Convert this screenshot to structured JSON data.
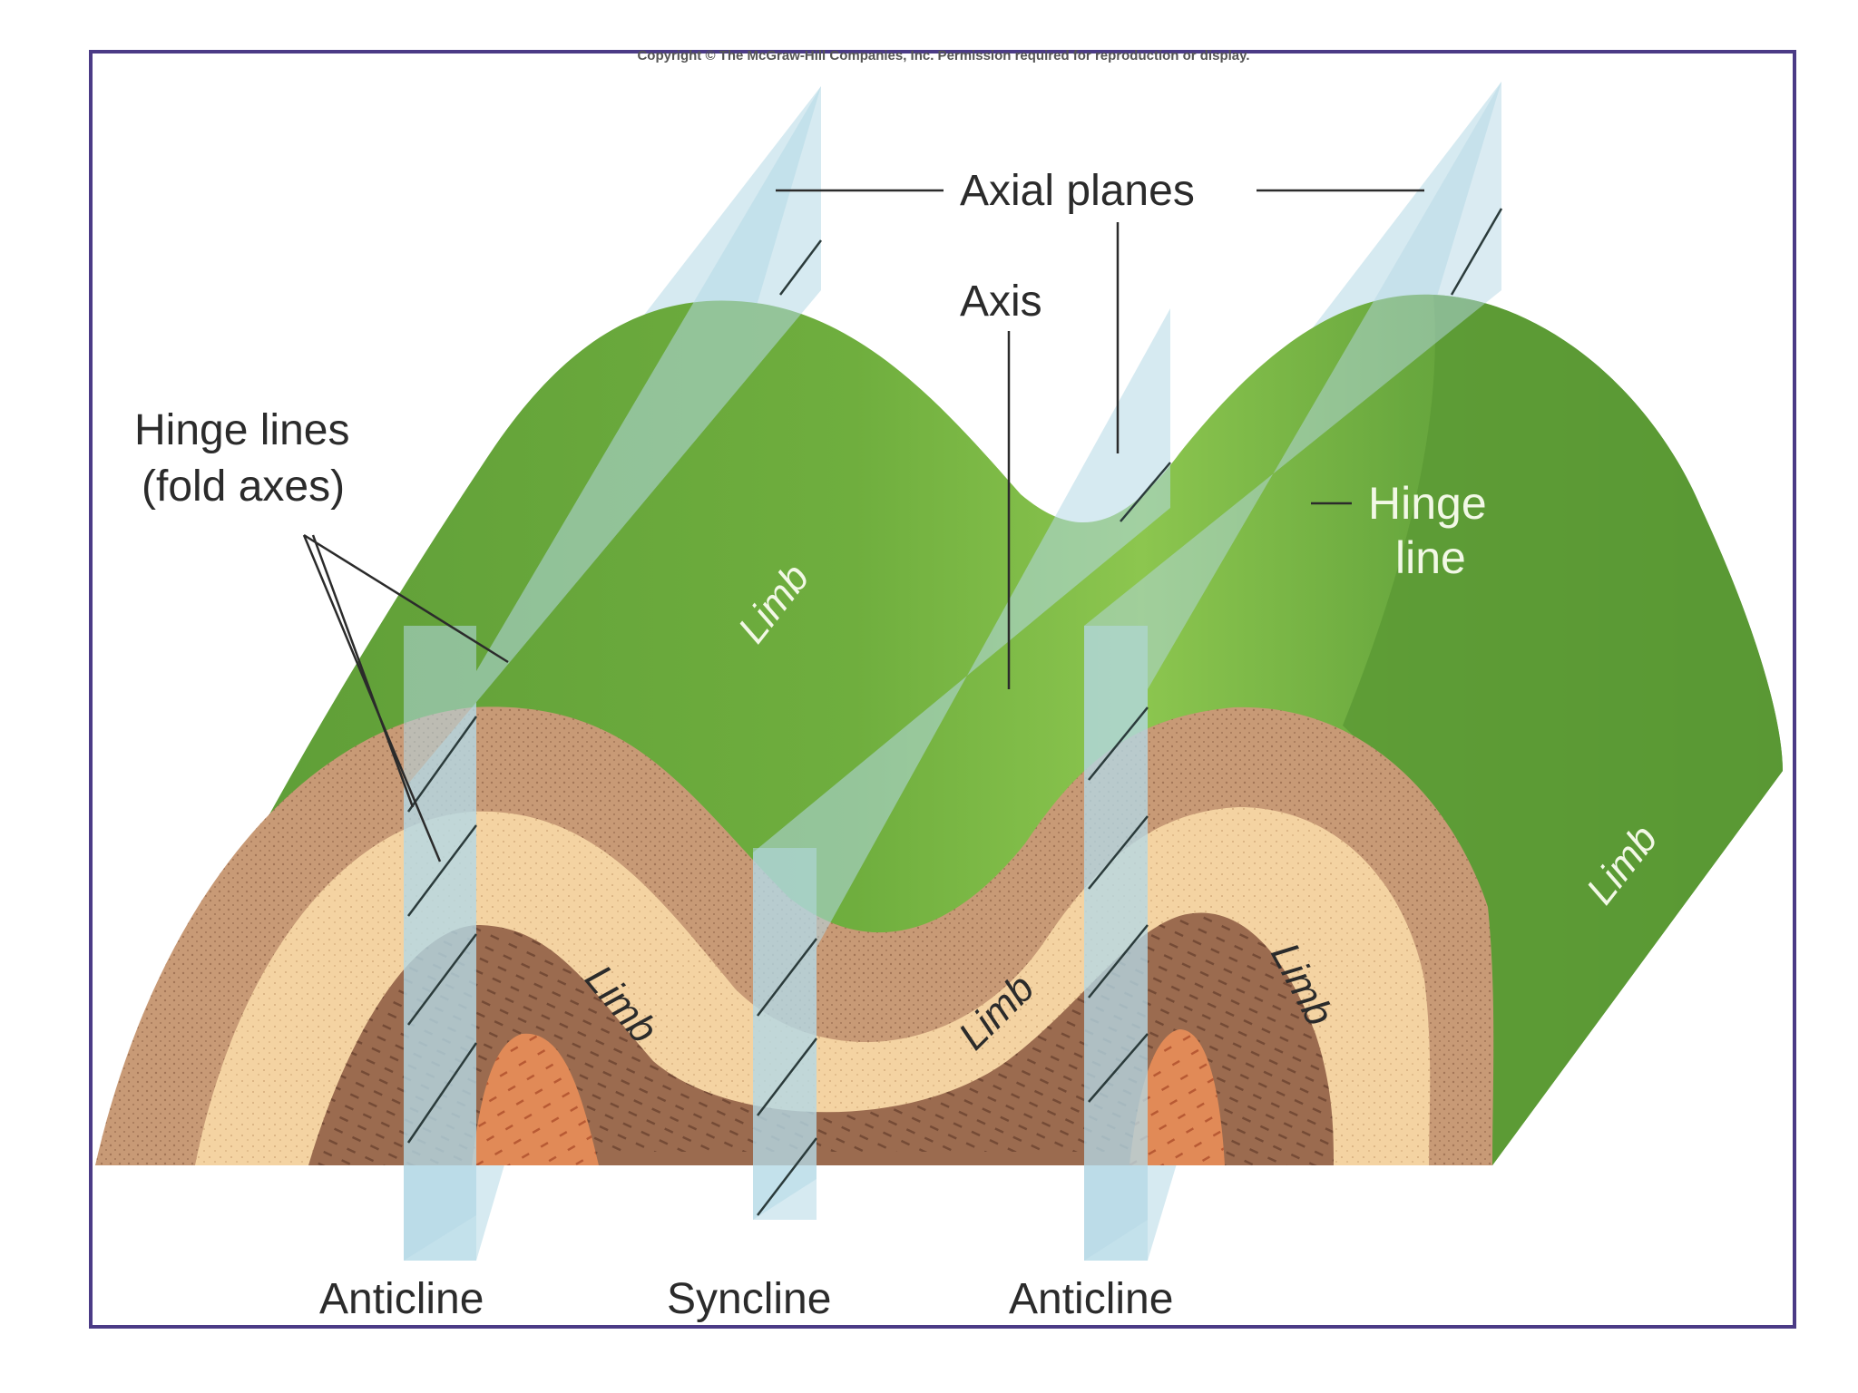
{
  "copyright": "Copyright © The McGraw-Hill Companies, Inc. Permission required for reproduction or display.",
  "labels": {
    "axial_planes": "Axial planes",
    "axis": "Axis",
    "hinge_lines_1": "Hinge lines",
    "hinge_lines_2": "(fold axes)",
    "hinge_line_1": "Hinge",
    "hinge_line_2": "line",
    "limb": "Limb",
    "anticline_left": "Anticline",
    "syncline": "Syncline",
    "anticline_right": "Anticline"
  },
  "colors": {
    "frame": "#4b3b86",
    "surface_green": "#6da640",
    "surface_light": "#a3d462",
    "axial_plane": "#b5d8e6",
    "layer_brown_dotted": "#c89a76",
    "layer_tan": "#f4d3a2",
    "layer_dark_brown": "#9b6b4f",
    "core_orange": "#e18a57"
  }
}
